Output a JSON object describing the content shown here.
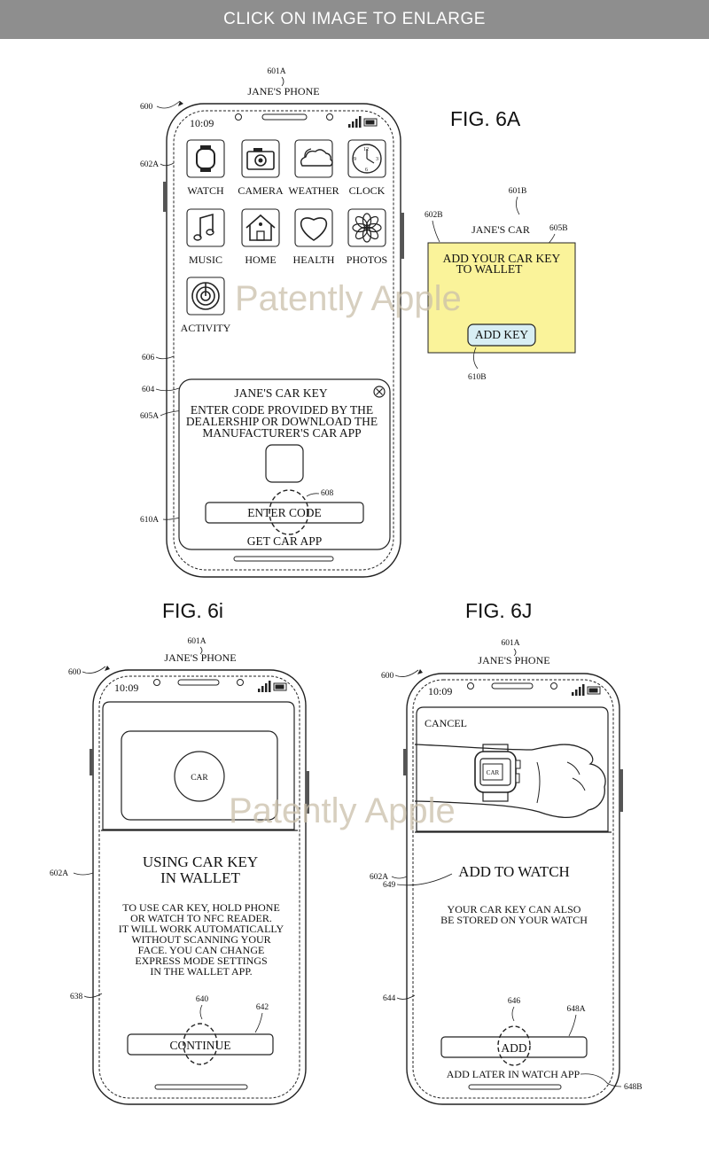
{
  "banner": {
    "text": "CLICK ON IMAGE TO ENLARGE"
  },
  "watermark": {
    "text": "Patently Apple"
  },
  "colors": {
    "banner_bg": "#8e8e8e",
    "note_bg": "#faf39a",
    "button_bg": "#d8eef4",
    "watermark": "#c9bfa9"
  },
  "fig6a": {
    "title": "FIG. 6A",
    "refs": {
      "r601a": "601A",
      "r600": "600",
      "r602a": "602A",
      "r606": "606",
      "r604": "604",
      "r605a": "605A",
      "r608": "608",
      "r610a": "610A"
    },
    "phone_label": "JANE'S PHONE",
    "time": "10:09",
    "apps": [
      {
        "label": "WATCH",
        "icon": "watch-icon"
      },
      {
        "label": "CAMERA",
        "icon": "camera-icon"
      },
      {
        "label": "WEATHER",
        "icon": "weather-icon"
      },
      {
        "label": "CLOCK",
        "icon": "clock-icon"
      },
      {
        "label": "MUSIC",
        "icon": "music-icon"
      },
      {
        "label": "HOME",
        "icon": "home-icon"
      },
      {
        "label": "HEALTH",
        "icon": "heart-icon"
      },
      {
        "label": "PHOTOS",
        "icon": "photos-icon"
      },
      {
        "label": "ACTIVITY",
        "icon": "activity-icon"
      }
    ],
    "card": {
      "title": "JANE'S CAR KEY",
      "body": [
        "ENTER CODE PROVIDED BY THE",
        "DEALERSHIP OR DOWNLOAD THE",
        "MANUFACTURER'S CAR APP"
      ],
      "button": "ENTER CODE",
      "link": "GET CAR APP"
    }
  },
  "fig6b": {
    "refs": {
      "r601b": "601B",
      "r602b": "602B",
      "r605b": "605B",
      "r610b": "610B"
    },
    "car_label": "JANE'S CAR",
    "message": [
      "ADD YOUR CAR KEY",
      "TO WALLET"
    ],
    "button": "ADD KEY"
  },
  "fig6i": {
    "title": "FIG. 6i",
    "refs": {
      "r601a": "601A",
      "r600": "600",
      "r602a": "602A",
      "r638": "638",
      "r640": "640",
      "r642": "642"
    },
    "phone_label": "JANE'S PHONE",
    "time": "10:09",
    "card_label": "CAR",
    "heading": [
      "USING CAR KEY",
      "IN WALLET"
    ],
    "body": [
      "TO USE CAR KEY, HOLD PHONE",
      "OR WATCH TO NFC READER.",
      "IT WILL WORK AUTOMATICALLY",
      "WITHOUT SCANNING YOUR",
      "FACE. YOU CAN CHANGE",
      "EXPRESS MODE SETTINGS",
      "IN THE WALLET APP."
    ],
    "button": "CONTINUE"
  },
  "fig6j": {
    "title": "FIG. 6J",
    "refs": {
      "r601a": "601A",
      "r600": "600",
      "r602a": "602A",
      "r649": "649",
      "r644": "644",
      "r646": "646",
      "r648a": "648A",
      "r648b": "648B"
    },
    "phone_label": "JANE'S PHONE",
    "time": "10:09",
    "cancel": "CANCEL",
    "watch_face": "CAR",
    "heading": "ADD TO WATCH",
    "body": [
      "YOUR CAR KEY CAN ALSO",
      "BE STORED ON YOUR WATCH"
    ],
    "button": "ADD",
    "link": "ADD LATER IN WATCH APP"
  }
}
